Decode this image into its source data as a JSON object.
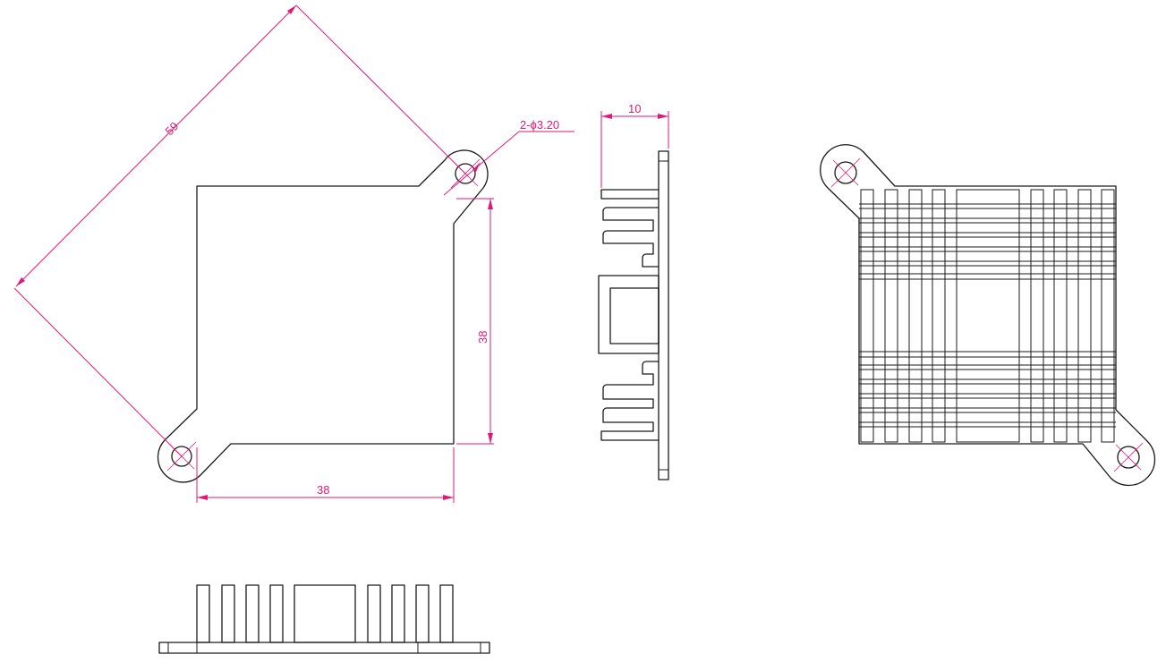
{
  "dimensions": {
    "diagonal": "59",
    "hole_spec": "2-ϕ3.20",
    "height": "38",
    "width": "38",
    "thickness": "10"
  },
  "colors": {
    "outline": "#1a1a1a",
    "dimension": "#e0187a",
    "background": "#ffffff"
  }
}
